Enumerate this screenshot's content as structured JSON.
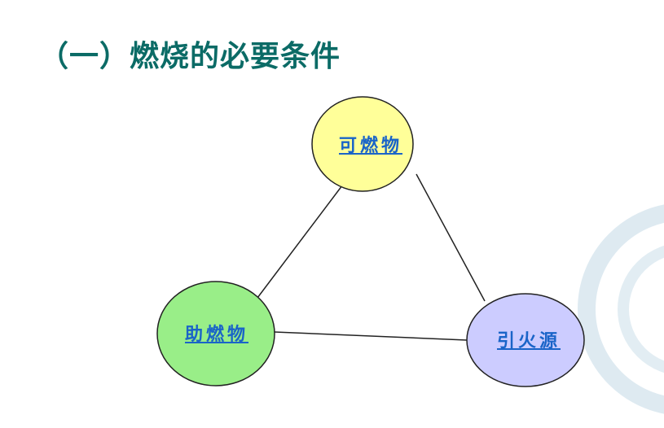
{
  "title": "（一）燃烧的必要条件",
  "nodes": [
    {
      "label": "可燃物",
      "fill": "#ffff99"
    },
    {
      "label": "助燃物",
      "fill": "#99ee88"
    },
    {
      "label": "引火源",
      "fill": "#ccccff"
    }
  ],
  "colors": {
    "title": "#0b6b66",
    "link": "#1a64c8",
    "decor": "#cfe0ea"
  }
}
